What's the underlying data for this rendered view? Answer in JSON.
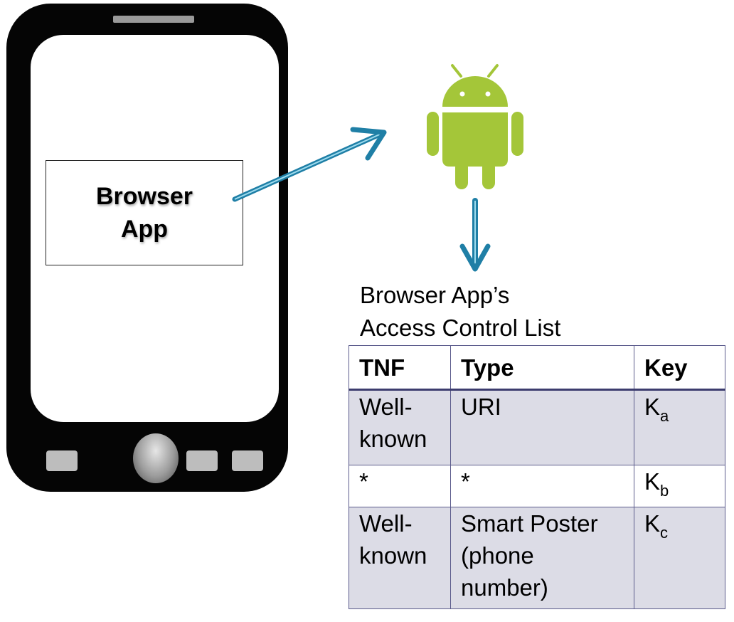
{
  "app_box": {
    "label": "Browser\nApp"
  },
  "acl": {
    "title_line1": "Browser App’s",
    "title_line2": "Access Control List",
    "headers": [
      "TNF",
      "Type",
      "Key"
    ],
    "rows": [
      {
        "tnf": "Well-\nknown",
        "type": "URI",
        "key": "K",
        "key_sub": "a"
      },
      {
        "tnf": "*",
        "type": "*",
        "key": "K",
        "key_sub": "b"
      },
      {
        "tnf": "Well-\nknown",
        "type": "Smart Poster\n(phone\nnumber)",
        "key": "K",
        "key_sub": "c"
      }
    ]
  },
  "colors": {
    "android_green": "#a4c639",
    "arrow": "#2a8fb5",
    "table_border": "#5b5b8c",
    "table_shade": "#dcdce6"
  },
  "icons": {
    "os_logo": "android-robot-icon"
  }
}
